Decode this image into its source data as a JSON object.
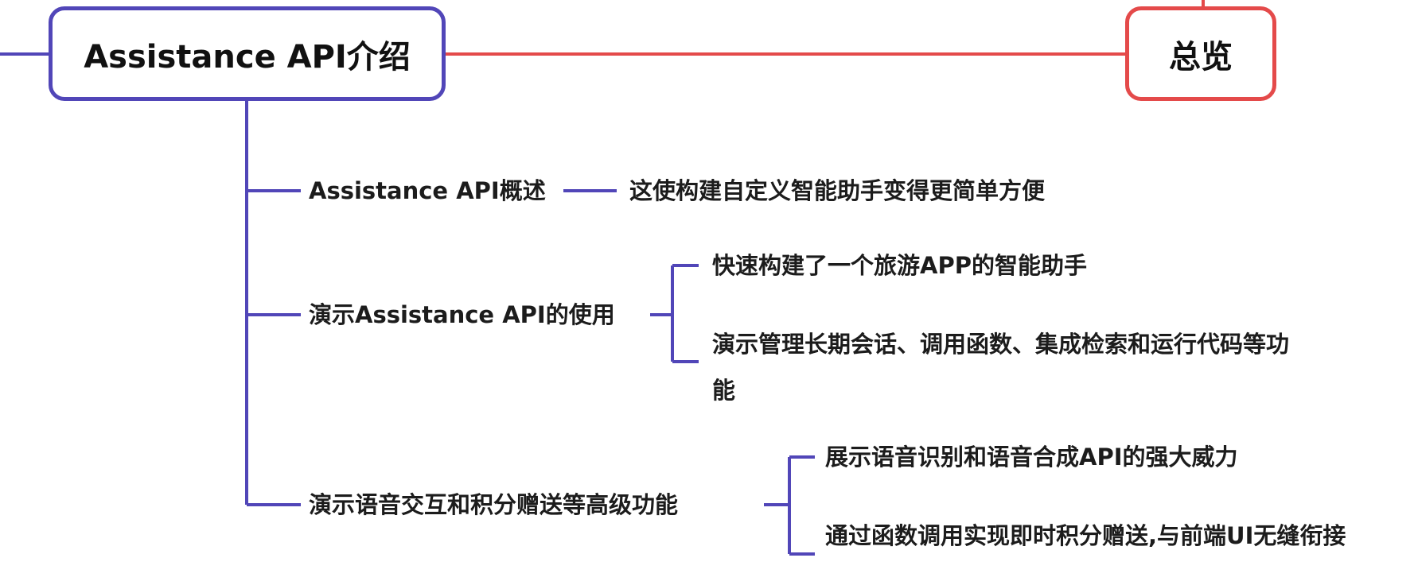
{
  "mindmap": {
    "central": {
      "label": "Assistance API介绍"
    },
    "overview": {
      "label": "总览"
    },
    "branches": [
      {
        "label": "Assistance API概述",
        "children": [
          "这使构建自定义智能助手变得更简单方便"
        ]
      },
      {
        "label": "演示Assistance API的使用",
        "children": [
          "快速构建了一个旅游APP的智能助手",
          "演示管理长期会话、调用函数、集成检索和运行代码等功能"
        ]
      },
      {
        "label": "演示语音交互和积分赠送等高级功能",
        "children": [
          "展示语音识别和语音合成API的强大威力",
          "通过函数调用实现即时积分赠送,与前端UI无缝衔接"
        ]
      }
    ],
    "colors": {
      "primary": "#5146b8",
      "overview": "#e44a4a",
      "text": "#1c1c1c"
    }
  }
}
